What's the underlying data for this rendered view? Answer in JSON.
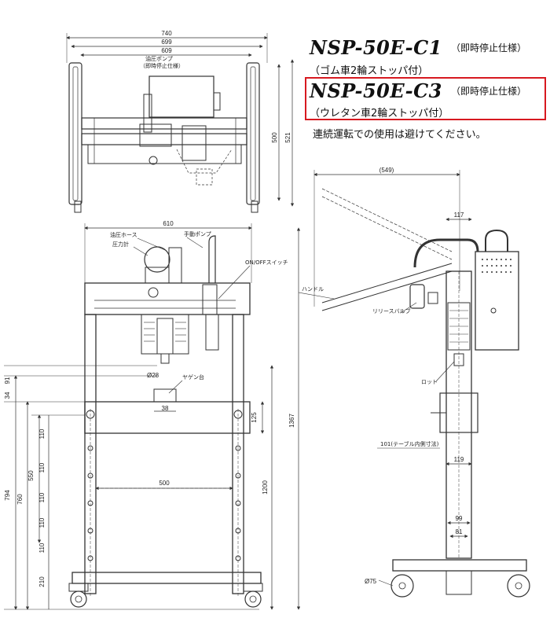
{
  "titles": {
    "c1_model": "NSP-50E-C1",
    "c1_spec": "（即時停止仕様）",
    "c1_wheels": "（ゴム車2輪ストッパ付）",
    "c3_model": "NSP-50E-C3",
    "c3_spec": "（即時停止仕様）",
    "c3_wheels": "（ウレタン車2輪ストッパ付）",
    "note": "連続運転での使用は避けてください。"
  },
  "colors": {
    "highlight": "#d71920",
    "line": "#333333"
  },
  "top_view": {
    "dims": {
      "w740": "740",
      "w699": "699",
      "w609": "609",
      "h500": "500",
      "h521": "521"
    },
    "labels": {
      "pump": "油圧ポンプ",
      "pump_spec": "（即時停止仕様）"
    }
  },
  "front_view": {
    "dims": {
      "w610": "610",
      "d28": "Ø28",
      "d38": "38",
      "d125": "125",
      "d1200": "1200",
      "d1367": "1367",
      "d500": "500",
      "d91": "91",
      "d34": "34",
      "d794": "794",
      "d760": "760",
      "d550": "550",
      "d110a": "110",
      "d110b": "110",
      "d110c": "110",
      "d110d": "110",
      "d110e": "110",
      "d210": "210"
    },
    "labels": {
      "hose": "油圧ホース",
      "gauge": "圧力計",
      "hand_pump": "手動ポンプ",
      "switch": "ON/OFFスイッチ",
      "yagen": "ヤゲン台"
    }
  },
  "side_view": {
    "dims": {
      "d549": "(549)",
      "d117": "117",
      "d101": "101(テーブル内側寸法)",
      "d119": "119",
      "d99": "99",
      "d81": "81",
      "d75": "Ø75"
    },
    "labels": {
      "handle": "ハンドル",
      "release": "リリースバルブ",
      "rod": "ロット"
    }
  }
}
